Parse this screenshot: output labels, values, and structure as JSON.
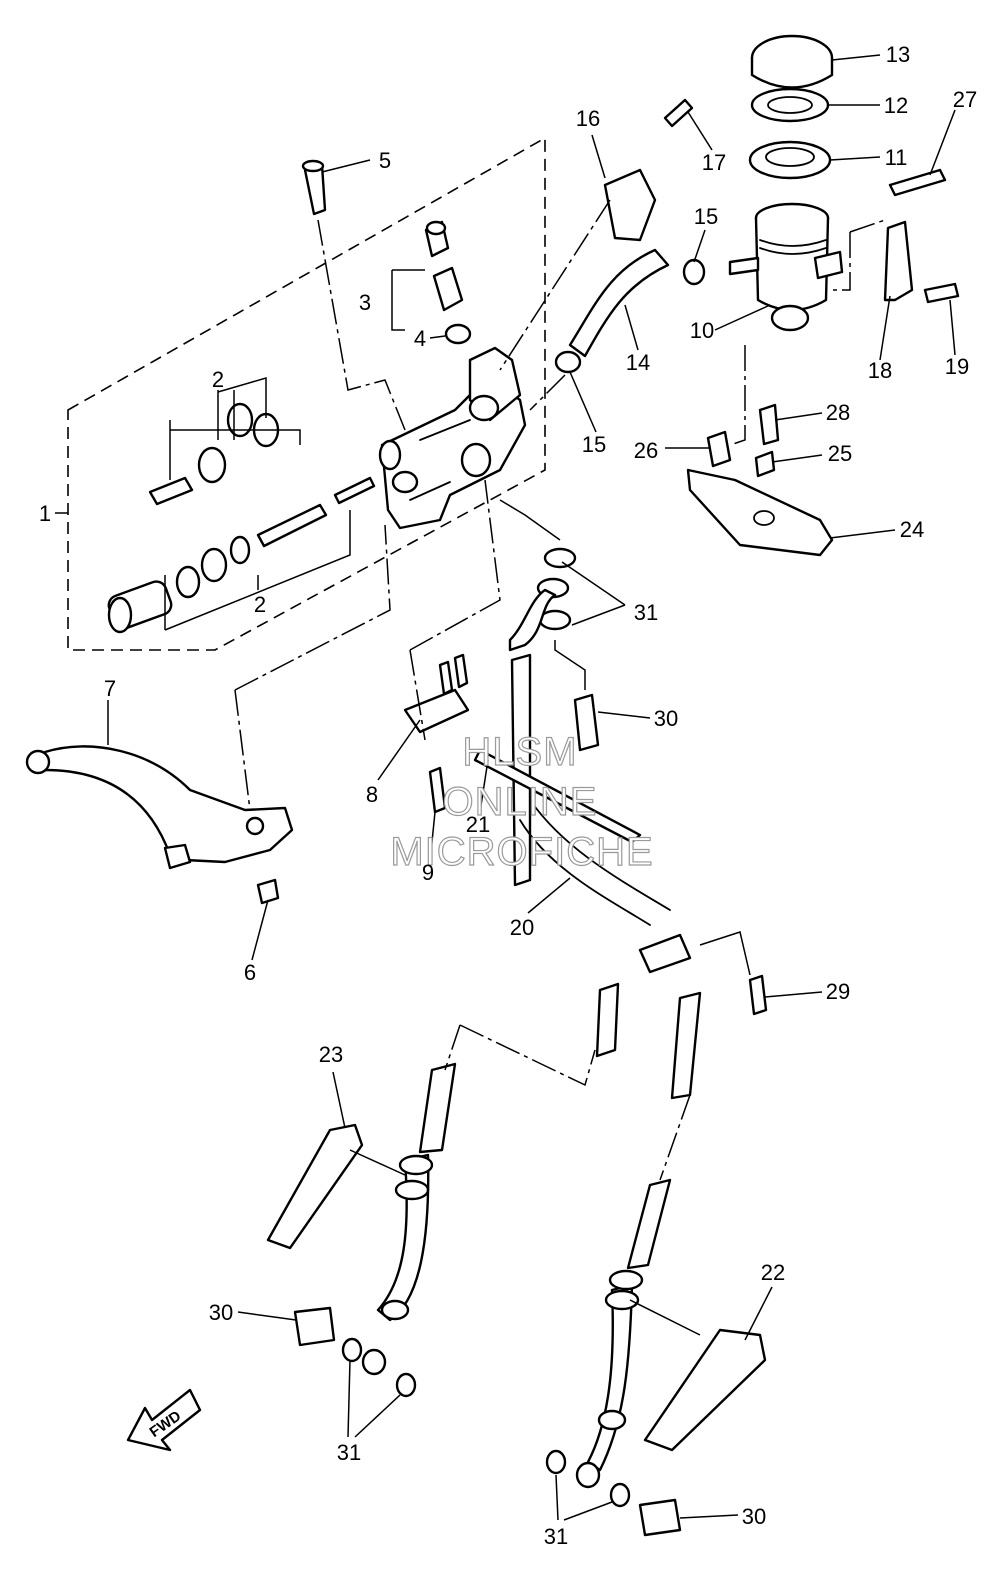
{
  "diagram": {
    "callouts": [
      "1",
      "2",
      "2",
      "3",
      "4",
      "5",
      "6",
      "7",
      "8",
      "9",
      "10",
      "11",
      "12",
      "13",
      "14",
      "15",
      "15",
      "16",
      "17",
      "18",
      "19",
      "20",
      "21",
      "22",
      "23",
      "24",
      "25",
      "26",
      "27",
      "28",
      "29",
      "30",
      "30",
      "30",
      "31",
      "31",
      "31"
    ],
    "watermark": {
      "line1": "HLSM",
      "line2": "ONLINE",
      "line3": "MICROFICHE"
    },
    "direction_arrow": "FWD"
  }
}
